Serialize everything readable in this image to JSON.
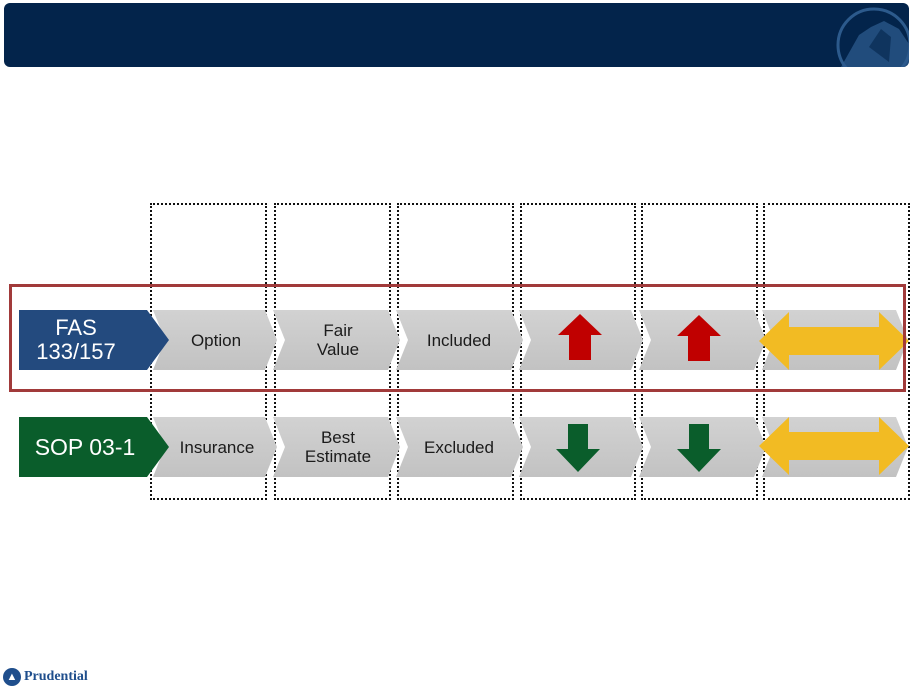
{
  "header": {
    "title": "",
    "logo_icon": "rock-logo-icon",
    "background": "#03244b"
  },
  "rows": [
    {
      "label_lines": [
        "FAS",
        "133/157"
      ],
      "label_color": "#234a7e",
      "cells": [
        {
          "type": "text",
          "lines": [
            "Option"
          ]
        },
        {
          "type": "text",
          "lines": [
            "Fair",
            "Value"
          ]
        },
        {
          "type": "text",
          "lines": [
            "Included"
          ]
        },
        {
          "type": "icon",
          "icon": "arrow-up-icon",
          "color": "#c00000"
        },
        {
          "type": "icon",
          "icon": "arrow-up-icon",
          "color": "#c00000"
        },
        {
          "type": "icon",
          "icon": "double-arrow-icon",
          "color": "#f2bb23"
        }
      ]
    },
    {
      "label_lines": [
        "SOP 03-1"
      ],
      "label_color": "#0a5d2b",
      "cells": [
        {
          "type": "text",
          "lines": [
            "Insurance"
          ]
        },
        {
          "type": "text",
          "lines": [
            "Best",
            "Estimate"
          ]
        },
        {
          "type": "text",
          "lines": [
            "Excluded"
          ]
        },
        {
          "type": "icon",
          "icon": "arrow-down-icon",
          "color": "#0a5d2b"
        },
        {
          "type": "icon",
          "icon": "arrow-down-icon",
          "color": "#0a5d2b"
        },
        {
          "type": "icon",
          "icon": "double-arrow-icon",
          "color": "#f2bb23"
        }
      ]
    }
  ],
  "highlight": {
    "row": "FAS 133/157",
    "color": "#a13a3a"
  },
  "footer": {
    "logo_text": "Prudential",
    "logo_icon": "prudential-rock-icon"
  }
}
